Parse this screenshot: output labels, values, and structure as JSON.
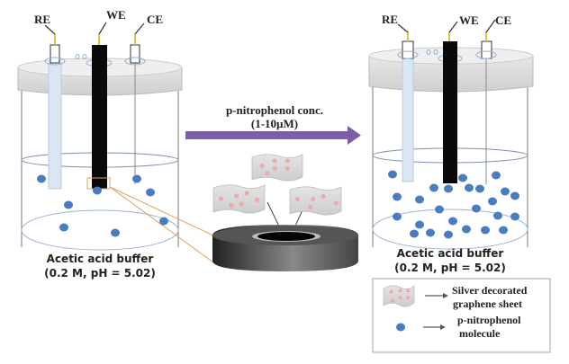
{
  "left_cell": {
    "electrodes": {
      "reference": "RE",
      "working": "WE",
      "counter": "CE"
    },
    "buffer_line1": "Acetic acid buffer",
    "buffer_line2": "(0.2 M, pH = 5.02)",
    "molecule_count": 8
  },
  "right_cell": {
    "electrodes": {
      "reference": "RE",
      "working": "WE",
      "counter": "CE"
    },
    "buffer_line1": "Acetic acid buffer",
    "buffer_line2": "(0.2 M, pH = 5.02)",
    "molecule_count": 25
  },
  "arrow": {
    "label_line1": "p-nitrophenol conc.",
    "label_line2": "(1-10µM)",
    "color": "#7b5ea7"
  },
  "legend": {
    "items": [
      {
        "icon": "graphene-sheet-icon",
        "label_line1": "Silver decorated",
        "label_line2": "graphene sheet"
      },
      {
        "icon": "molecule-dot-icon",
        "label_line1": "p-nitrophenol",
        "label_line2": "molecule"
      }
    ]
  },
  "colors": {
    "molecule": "#4a7cc0",
    "silver_particle": "#f0a8ae",
    "zoom_box": "#e0a060",
    "lead_wire": "#e8c040"
  }
}
